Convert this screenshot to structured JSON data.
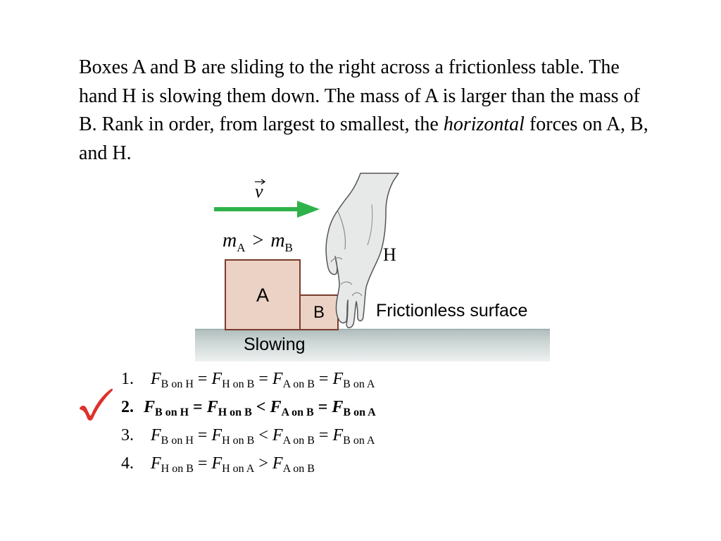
{
  "question": {
    "part1": "Boxes A and B are sliding to the right across a frictionless table. The hand H is slowing them down. The mass of A is larger than the mass of B. Rank in order, from largest to smallest, the ",
    "emphasis": "horizontal",
    "part2": " forces on A, B, and H."
  },
  "figure": {
    "velocity_label": "v",
    "mass_relation": {
      "m": "m",
      "a": "A",
      "gt": ">",
      "b": "B"
    },
    "box_a": "A",
    "box_b": "B",
    "hand": "H",
    "surface": "Frictionless surface",
    "status": "Slowing",
    "colors": {
      "arrow": "#2eb24a",
      "box_fill": "#ecd2c5",
      "box_edge": "#7a3a2c",
      "table": "#c8d2d0",
      "check": "#e0302a"
    }
  },
  "choices": [
    {
      "number": "1.",
      "terms": [
        {
          "F": "F",
          "sub": "B on H"
        },
        {
          "op": "="
        },
        {
          "F": "F",
          "sub": "H on B"
        },
        {
          "op": "="
        },
        {
          "F": "F",
          "sub": "A on B"
        },
        {
          "op": "="
        },
        {
          "F": "F",
          "sub": "B on A"
        }
      ]
    },
    {
      "number": "2.",
      "correct": true,
      "terms": [
        {
          "F": "F",
          "sub": "B on H"
        },
        {
          "op": "="
        },
        {
          "F": "F",
          "sub": "H on B"
        },
        {
          "op": "<"
        },
        {
          "F": "F",
          "sub": "A on B"
        },
        {
          "op": "="
        },
        {
          "F": "F",
          "sub": "B on A"
        }
      ]
    },
    {
      "number": "3.",
      "terms": [
        {
          "F": "F",
          "sub": "B on H"
        },
        {
          "op": "="
        },
        {
          "F": "F",
          "sub": "H on B"
        },
        {
          "op": "<"
        },
        {
          "F": "F",
          "sub": "A on B"
        },
        {
          "op": "="
        },
        {
          "F": "F",
          "sub": "B on A"
        }
      ]
    },
    {
      "number": "4.",
      "terms": [
        {
          "F": "F",
          "sub": "H on B"
        },
        {
          "op": "="
        },
        {
          "F": "F",
          "sub": "H on A"
        },
        {
          "op": ">"
        },
        {
          "F": "F",
          "sub": "A on B"
        }
      ]
    }
  ]
}
